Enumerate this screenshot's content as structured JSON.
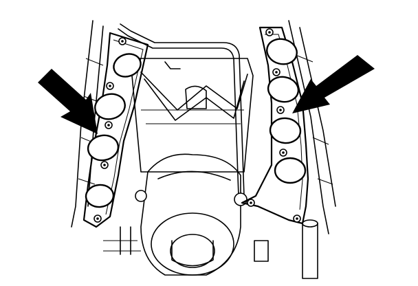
{
  "figure": {
    "labels": [],
    "parts": [
      "engine-block",
      "oil-pan",
      "timing-cover",
      "left-intake-gasket",
      "right-intake-gasket",
      "coolant-tube"
    ],
    "callouts": [
      "left-arrow",
      "right-arrow"
    ],
    "colors": {
      "line": "#000000",
      "background": "#ffffff"
    }
  }
}
